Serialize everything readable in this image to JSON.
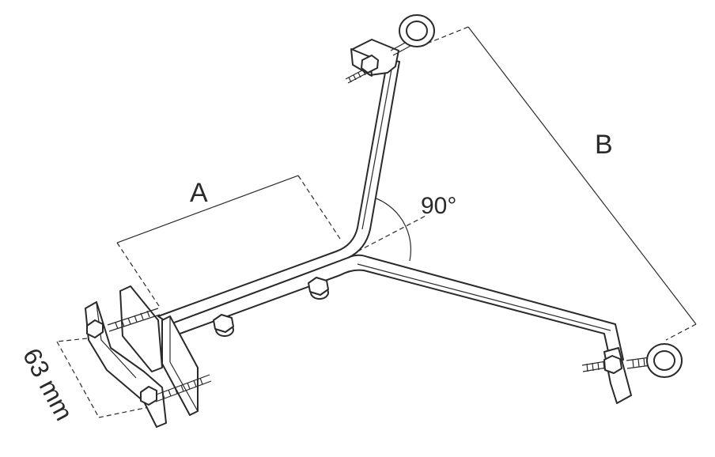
{
  "labels": {
    "a": "A",
    "b": "B",
    "angle": "90°",
    "dimension": "63 mm"
  },
  "colors": {
    "ink": "#2a2a2a",
    "background": "#ffffff"
  }
}
